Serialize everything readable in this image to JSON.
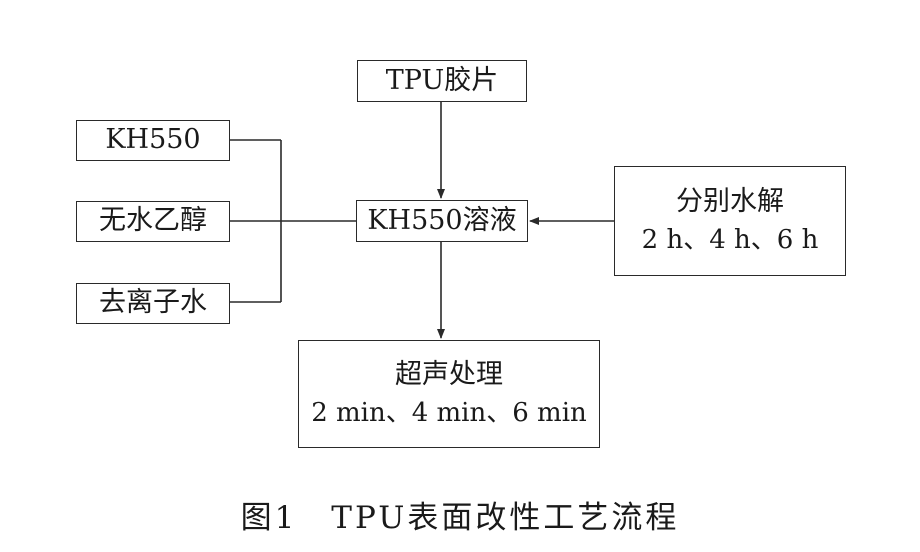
{
  "nodes": {
    "tpu_film": "TPU胶片",
    "kh550": "KH550",
    "ethanol": "无水乙醇",
    "water": "去离子水",
    "solution": "KH550溶液",
    "hydrolysis": {
      "title": "分别水解",
      "times": "2 h、4 h、6 h"
    },
    "ultrasonic": {
      "title": "超声处理",
      "times": "2 min、4 min、6 min"
    }
  },
  "caption": "图1　TPU表面改性工艺流程"
}
